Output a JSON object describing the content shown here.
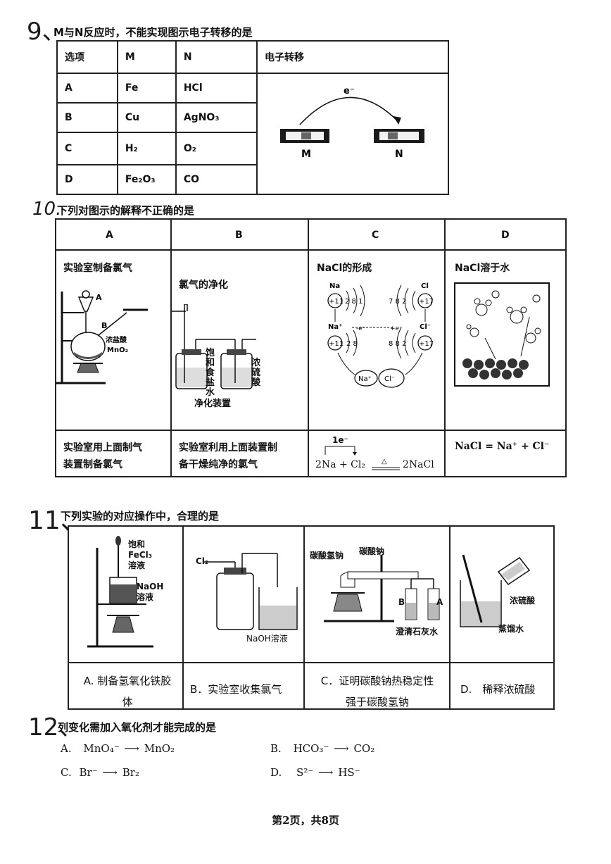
{
  "q9": {
    "num": "9、",
    "stem": "M与N反应时，不能实现图示电子转移的是",
    "headers": [
      "选项",
      "M",
      "N",
      "电子转移"
    ],
    "rows": [
      {
        "opt": "A",
        "m": "Fe",
        "n": "HCl"
      },
      {
        "opt": "B",
        "m": "Cu",
        "n": "AgNO₃"
      },
      {
        "opt": "C",
        "m": "H₂",
        "n": "O₂"
      },
      {
        "opt": "D",
        "m": "Fe₂O₃",
        "n": "CO"
      }
    ],
    "diagram": {
      "electron": "e⁻",
      "left": "M",
      "right": "N"
    }
  },
  "q10": {
    "num": "10.",
    "stem": "下列对图示的解释不正确的是",
    "headers": [
      "A",
      "B",
      "C",
      "D"
    ],
    "titles": [
      "实验室制备氯气",
      "氯气的净化",
      "NaCl的形成",
      "NaCl溶于水"
    ],
    "a_labels": {
      "a": "A",
      "b": "B",
      "hcl": "浓盐酸",
      "mno2": "MnO₂"
    },
    "b_labels": {
      "sat": [
        "饱",
        "和",
        "食",
        "盐",
        "水"
      ],
      "conc": [
        "浓",
        "硫",
        "酸"
      ],
      "caption": "净化装置"
    },
    "c_labels": {
      "na": "Na",
      "cl": "Cl",
      "na_nuc": "+11",
      "na_shell": "2 8 1",
      "cl_nuc": "+17",
      "cl_shell": "7 8 2",
      "na_ion": "Na⁺",
      "cl_ion": "Cl⁻",
      "na_ion_shell": "2 8",
      "cl_ion_shell": "8 8 2",
      "minus_e": "-e⁻",
      "plus_e": "+e⁻",
      "ion_na": "Na⁺",
      "ion_cl": "Cl⁻"
    },
    "explanations": {
      "a": [
        "实验室用上面制气",
        "装置制备氯气"
      ],
      "b": [
        "实验室利用上面装置制",
        "备干燥纯净的氯气"
      ],
      "c_transfer": "1e⁻",
      "c_eq_left": "2Na + Cl₂",
      "c_eq_cond": "△",
      "c_eq_right": "2NaCl",
      "d": "NaCl = Na⁺ + Cl⁻"
    }
  },
  "q11": {
    "num": "11、",
    "stem": "下列实验的对应操作中，合理的是",
    "a_labels": {
      "fecl3": [
        "饱和",
        "FeCl₃",
        "溶液"
      ],
      "naoh": [
        "NaOH",
        "溶液"
      ]
    },
    "b_labels": {
      "cl2": "Cl₂",
      "naoh": "NaOH溶液"
    },
    "c_labels": {
      "nahco3": "碳酸氢钠",
      "na2co3": "碳酸钠",
      "b": "B",
      "a": "A",
      "lime": "澄清石灰水"
    },
    "d_labels": {
      "acid": "浓硫酸",
      "water": "蒸馏水"
    },
    "options": [
      [
        "A. 制备氢氧化铁胶",
        "体"
      ],
      [
        "B．实验室收集氯气"
      ],
      [
        "C．证明碳酸钠热稳定性",
        "强于碳酸氢钠"
      ],
      [
        "D.　稀释浓硫酸"
      ]
    ]
  },
  "q12": {
    "num": "12、",
    "stem": "列变化需加入氧化剂才能完成的是",
    "options": [
      {
        "label": "A.",
        "from": "MnO₄⁻",
        "to": "MnO₂"
      },
      {
        "label": "B.",
        "from": "HCO₃⁻",
        "to": "CO₂"
      },
      {
        "label": "C.",
        "from": "Br⁻",
        "to": "Br₂"
      },
      {
        "label": "D.",
        "from": "S²⁻",
        "to": "HS⁻"
      }
    ],
    "arrow": "⟶"
  },
  "footer": "第2页，共8页"
}
